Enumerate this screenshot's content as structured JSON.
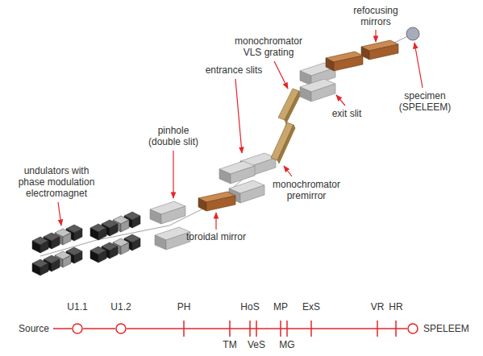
{
  "diagram": {
    "nodes": [
      {
        "text": [
          "U1.1"
        ]
      },
      {
        "text": [
          "U1.2"
        ]
      },
      {
        "text": [
          "SPELEEM"
        ]
      }
    ],
    "edges": [
      {
        "from": 0,
        "to": 1,
        "arrow": "none"
      },
      {
        "from": 1,
        "to": 2,
        "arrow": "none"
      }
    ],
    "labels": [
      "undulators with phase modulation electromagnet",
      "pinhole (double slit)",
      "entrance slits",
      "toroidal mirror",
      "monochromator premirror",
      "monochromator VLS grating",
      "exit slit",
      "refocusing mirrors",
      "specimen (SPELEEM)",
      "Source",
      "PH",
      "TM",
      "HoS",
      "VeS",
      "MP",
      "MG",
      "ExS",
      "VR",
      "HR"
    ]
  }
}
